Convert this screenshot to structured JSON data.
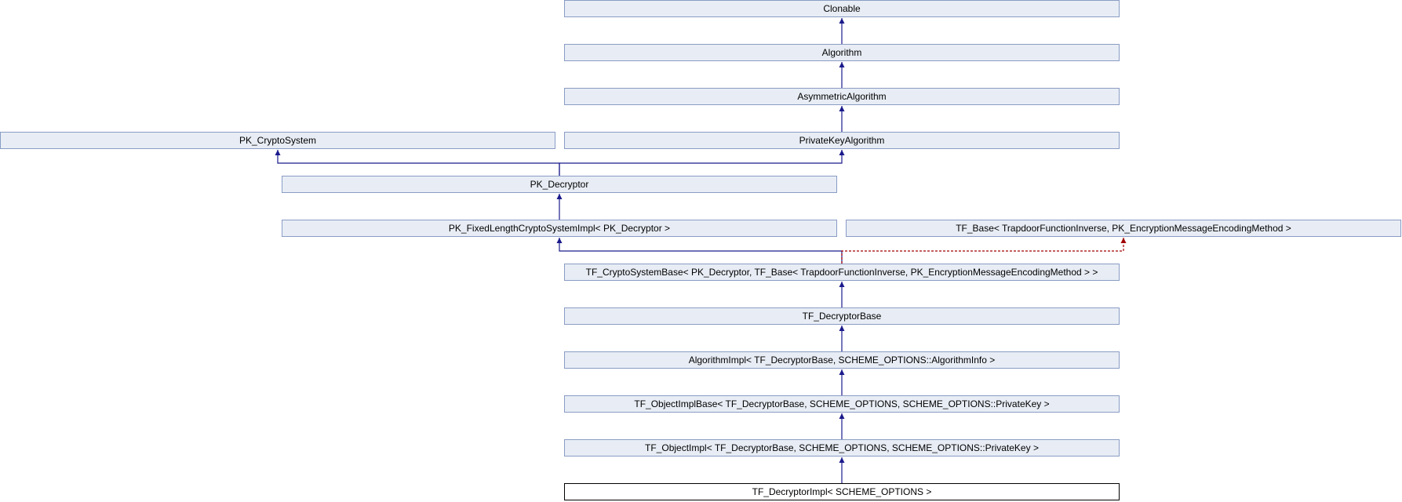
{
  "diagram": {
    "type": "inheritance",
    "colors": {
      "node_fill": "#e8edf5",
      "node_border": "#8a9cc4",
      "current_node_fill": "#ffffff",
      "current_node_border": "#000000",
      "public_edge": "#1a1a8c",
      "protected_edge": "#a00000"
    },
    "nodes": {
      "clonable": "Clonable",
      "algorithm": "Algorithm",
      "asymmetric_algorithm": "AsymmetricAlgorithm",
      "pk_cryptosystem": "PK_CryptoSystem",
      "private_key_algorithm": "PrivateKeyAlgorithm",
      "pk_decryptor": "PK_Decryptor",
      "pk_fixed_length": "PK_FixedLengthCryptoSystemImpl< PK_Decryptor >",
      "tf_base": "TF_Base< TrapdoorFunctionInverse, PK_EncryptionMessageEncodingMethod >",
      "tf_cryptosystem_base": "TF_CryptoSystemBase< PK_Decryptor, TF_Base< TrapdoorFunctionInverse, PK_EncryptionMessageEncodingMethod > >",
      "tf_decryptor_base": "TF_DecryptorBase",
      "algorithm_impl": "AlgorithmImpl< TF_DecryptorBase, SCHEME_OPTIONS::AlgorithmInfo >",
      "tf_object_impl_base": "TF_ObjectImplBase< TF_DecryptorBase, SCHEME_OPTIONS, SCHEME_OPTIONS::PrivateKey >",
      "tf_object_impl": "TF_ObjectImpl< TF_DecryptorBase, SCHEME_OPTIONS, SCHEME_OPTIONS::PrivateKey >",
      "tf_decryptor_impl": "TF_DecryptorImpl< SCHEME_OPTIONS >"
    },
    "current_node": "tf_decryptor_impl",
    "edges": [
      {
        "from": "algorithm",
        "to": "clonable",
        "kind": "public"
      },
      {
        "from": "asymmetric_algorithm",
        "to": "algorithm",
        "kind": "public"
      },
      {
        "from": "private_key_algorithm",
        "to": "asymmetric_algorithm",
        "kind": "public"
      },
      {
        "from": "pk_decryptor",
        "to": "pk_cryptosystem",
        "kind": "public"
      },
      {
        "from": "pk_decryptor",
        "to": "private_key_algorithm",
        "kind": "public"
      },
      {
        "from": "pk_fixed_length",
        "to": "pk_decryptor",
        "kind": "public"
      },
      {
        "from": "tf_cryptosystem_base",
        "to": "pk_fixed_length",
        "kind": "public"
      },
      {
        "from": "tf_cryptosystem_base",
        "to": "tf_base",
        "kind": "protected"
      },
      {
        "from": "tf_decryptor_base",
        "to": "tf_cryptosystem_base",
        "kind": "public"
      },
      {
        "from": "algorithm_impl",
        "to": "tf_decryptor_base",
        "kind": "public"
      },
      {
        "from": "tf_object_impl_base",
        "to": "algorithm_impl",
        "kind": "public"
      },
      {
        "from": "tf_object_impl",
        "to": "tf_object_impl_base",
        "kind": "public"
      },
      {
        "from": "tf_decryptor_impl",
        "to": "tf_object_impl",
        "kind": "public"
      }
    ]
  }
}
